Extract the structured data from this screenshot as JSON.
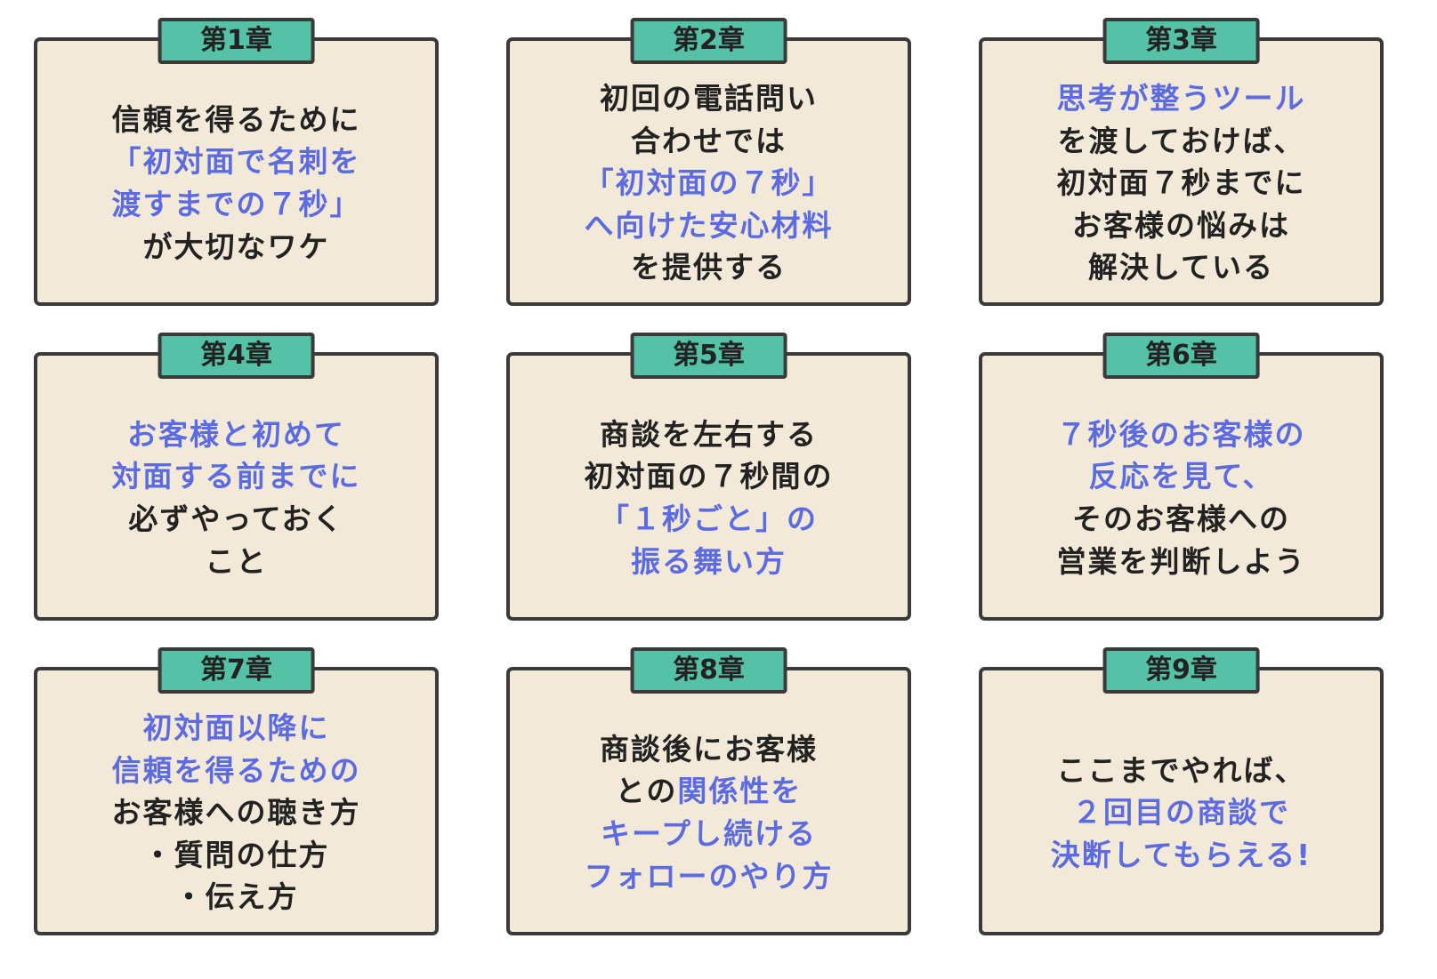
{
  "colors": {
    "page_bg": "#ffffff",
    "card_bg": "#f2e9d8",
    "tab_bg": "#55c1a7",
    "border": "#3a3a3a",
    "text_black": "#222222",
    "text_blue": "#5c6ce0"
  },
  "cards": [
    {
      "chapter": "第1章",
      "lines": [
        [
          {
            "t": "信頼を得るために",
            "c": "k"
          }
        ],
        [
          {
            "t": "「初対面で名刺を",
            "c": "b"
          }
        ],
        [
          {
            "t": "渡すまでの７秒」",
            "c": "b"
          }
        ],
        [
          {
            "t": "が大切なワケ",
            "c": "k"
          }
        ]
      ]
    },
    {
      "chapter": "第2章",
      "lines": [
        [
          {
            "t": "初回の電話問い",
            "c": "k"
          }
        ],
        [
          {
            "t": "合わせでは",
            "c": "k"
          }
        ],
        [
          {
            "t": "「初対面の７秒」",
            "c": "b"
          }
        ],
        [
          {
            "t": "へ向けた安心材料",
            "c": "b"
          }
        ],
        [
          {
            "t": "を提供する",
            "c": "k"
          }
        ]
      ]
    },
    {
      "chapter": "第3章",
      "lines": [
        [
          {
            "t": "思考が整うツール",
            "c": "b"
          }
        ],
        [
          {
            "t": "を渡しておけば、",
            "c": "k"
          }
        ],
        [
          {
            "t": "初対面７秒までに",
            "c": "k"
          }
        ],
        [
          {
            "t": "お客様の悩みは",
            "c": "k"
          }
        ],
        [
          {
            "t": "解決している",
            "c": "k"
          }
        ]
      ]
    },
    {
      "chapter": "第4章",
      "lines": [
        [
          {
            "t": "お客様と初めて",
            "c": "b"
          }
        ],
        [
          {
            "t": "対面する前までに",
            "c": "b"
          }
        ],
        [
          {
            "t": "必ずやっておく",
            "c": "k"
          }
        ],
        [
          {
            "t": "こと",
            "c": "k"
          }
        ]
      ]
    },
    {
      "chapter": "第5章",
      "lines": [
        [
          {
            "t": "商談を左右する",
            "c": "k"
          }
        ],
        [
          {
            "t": "初対面の７秒間の",
            "c": "k"
          }
        ],
        [
          {
            "t": "「１秒ごと」の",
            "c": "b"
          }
        ],
        [
          {
            "t": "振る舞い方",
            "c": "b"
          }
        ]
      ]
    },
    {
      "chapter": "第6章",
      "lines": [
        [
          {
            "t": "７秒後のお客様の",
            "c": "b"
          }
        ],
        [
          {
            "t": "反応を見て、",
            "c": "b"
          }
        ],
        [
          {
            "t": "そのお客様への",
            "c": "k"
          }
        ],
        [
          {
            "t": "営業を判断しよう",
            "c": "k"
          }
        ]
      ]
    },
    {
      "chapter": "第7章",
      "lines": [
        [
          {
            "t": "初対面以降に",
            "c": "b"
          }
        ],
        [
          {
            "t": "信頼を得るための",
            "c": "b"
          }
        ],
        [
          {
            "t": "お客様への聴き方",
            "c": "k"
          }
        ],
        [
          {
            "t": "・質問の仕方",
            "c": "k"
          }
        ],
        [
          {
            "t": "・伝え方",
            "c": "k"
          }
        ]
      ]
    },
    {
      "chapter": "第8章",
      "lines": [
        [
          {
            "t": "商談後にお客様",
            "c": "k"
          }
        ],
        [
          {
            "t": "との",
            "c": "k"
          },
          {
            "t": "関係性を",
            "c": "b"
          }
        ],
        [
          {
            "t": "キープし続ける",
            "c": "b"
          }
        ],
        [
          {
            "t": "フォローのやり方",
            "c": "b"
          }
        ]
      ]
    },
    {
      "chapter": "第9章",
      "lines": [
        [
          {
            "t": "ここまでやれば、",
            "c": "k"
          }
        ],
        [
          {
            "t": "２回目の商談で",
            "c": "b"
          }
        ],
        [
          {
            "t": "決断してもらえる!",
            "c": "b"
          }
        ]
      ]
    }
  ]
}
